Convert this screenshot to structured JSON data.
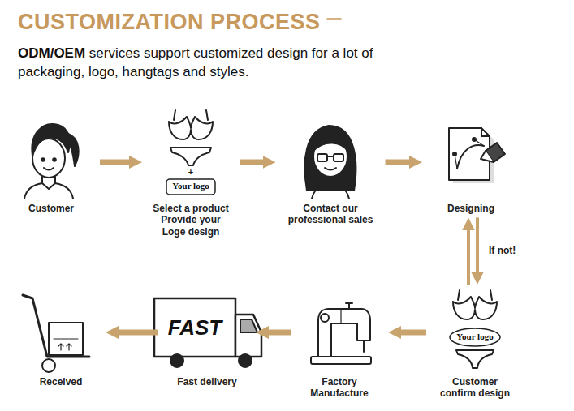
{
  "diagram": {
    "title": "CUSTOMIZATION PROCESS",
    "nodes": [
      {
        "text": [
          "Customer"
        ]
      },
      {
        "text": [
          "Select a product Provide your Loge design"
        ]
      },
      {
        "text": [
          "Contact our professional sales"
        ]
      },
      {
        "text": [
          "Designing"
        ]
      },
      {
        "text": [
          "Customer confirm design"
        ]
      },
      {
        "text": [
          "Factory Manufacture"
        ]
      },
      {
        "text": [
          "Fast delivery"
        ]
      },
      {
        "text": [
          "Received"
        ]
      }
    ],
    "edges": [
      {
        "from": 0,
        "to": 1,
        "arrow": "to"
      },
      {
        "from": 1,
        "to": 2,
        "arrow": "to"
      },
      {
        "from": 2,
        "to": 3,
        "arrow": "to"
      },
      {
        "from": 3,
        "to": 4,
        "arrow": "to",
        "label": "If not!"
      },
      {
        "from": 4,
        "to": 3,
        "arrow": "to"
      },
      {
        "from": 4,
        "to": 5,
        "arrow": "to"
      },
      {
        "from": 5,
        "to": 6,
        "arrow": "to"
      },
      {
        "from": 6,
        "to": 7,
        "arrow": "to"
      }
    ],
    "labels": [
      "ODM/OEM",
      "services support customized design for a lot of packaging, logo, hangtags and styles.",
      "Your logo",
      "+",
      "Your logo",
      "FAST"
    ]
  }
}
